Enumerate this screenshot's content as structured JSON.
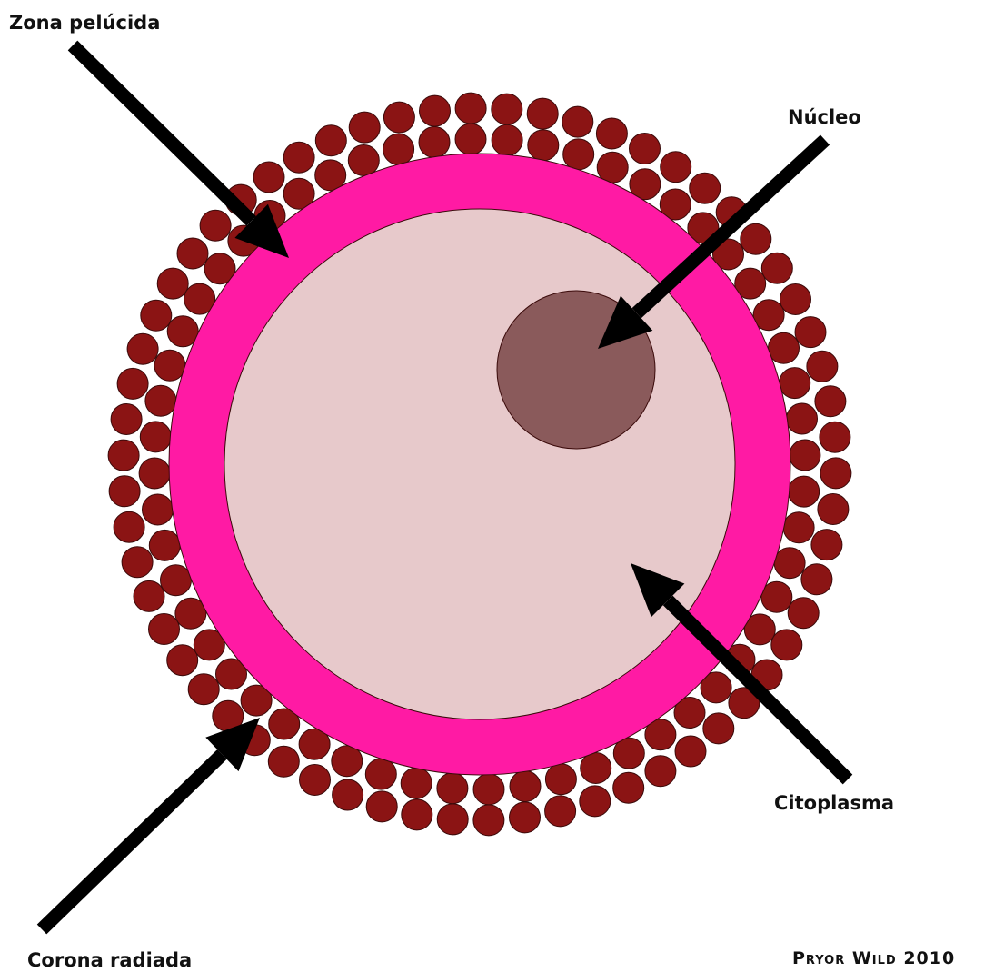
{
  "labels": {
    "zona_pelucida": "Zona pelúcida",
    "nucleo": "Núcleo",
    "citoplasma": "Citoplasma",
    "corona_radiada": "Corona radiada"
  },
  "credit": "Pryor Wild 2010",
  "colors": {
    "background": "#ffffff",
    "corona_cell": "#8b1414",
    "zona_pelucida": "#ff1aa4",
    "cytoplasm": "#e7c9cb",
    "nucleus": "#8a5a5b",
    "outline": "#3a0a0a",
    "arrow": "#000000",
    "label_text": "#111111"
  }
}
